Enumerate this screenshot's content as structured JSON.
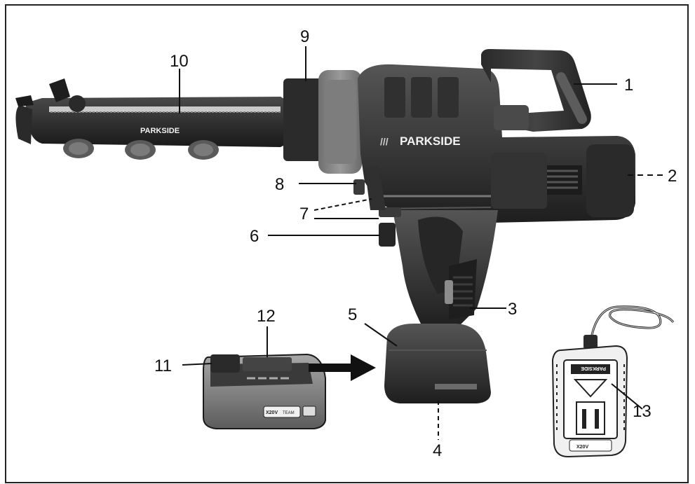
{
  "figure": {
    "callouts": [
      {
        "id": "1",
        "label": "1"
      },
      {
        "id": "2",
        "label": "2"
      },
      {
        "id": "3",
        "label": "3"
      },
      {
        "id": "4",
        "label": "4"
      },
      {
        "id": "5",
        "label": "5"
      },
      {
        "id": "6",
        "label": "6"
      },
      {
        "id": "7",
        "label": "7"
      },
      {
        "id": "8",
        "label": "8"
      },
      {
        "id": "9",
        "label": "9"
      },
      {
        "id": "10",
        "label": "10"
      },
      {
        "id": "11",
        "label": "11"
      },
      {
        "id": "12",
        "label": "12"
      },
      {
        "id": "13",
        "label": "13"
      }
    ],
    "branding": {
      "body_logo": "PARKSIDE",
      "barrel_logo": "PARKSIDE",
      "charger_logo": "PARKSIDE",
      "battery_logo": "X20V",
      "battery_logo_sub": "TEAM",
      "charger_battery_logo": "X20V"
    },
    "colors": {
      "tool_body": "#3a3a3a",
      "tool_dark": "#222222",
      "tool_accent_gray": "#8a8a8a",
      "battery_gray": "#7a7a7a",
      "arrow": "#111111",
      "frame": "#222222"
    }
  }
}
